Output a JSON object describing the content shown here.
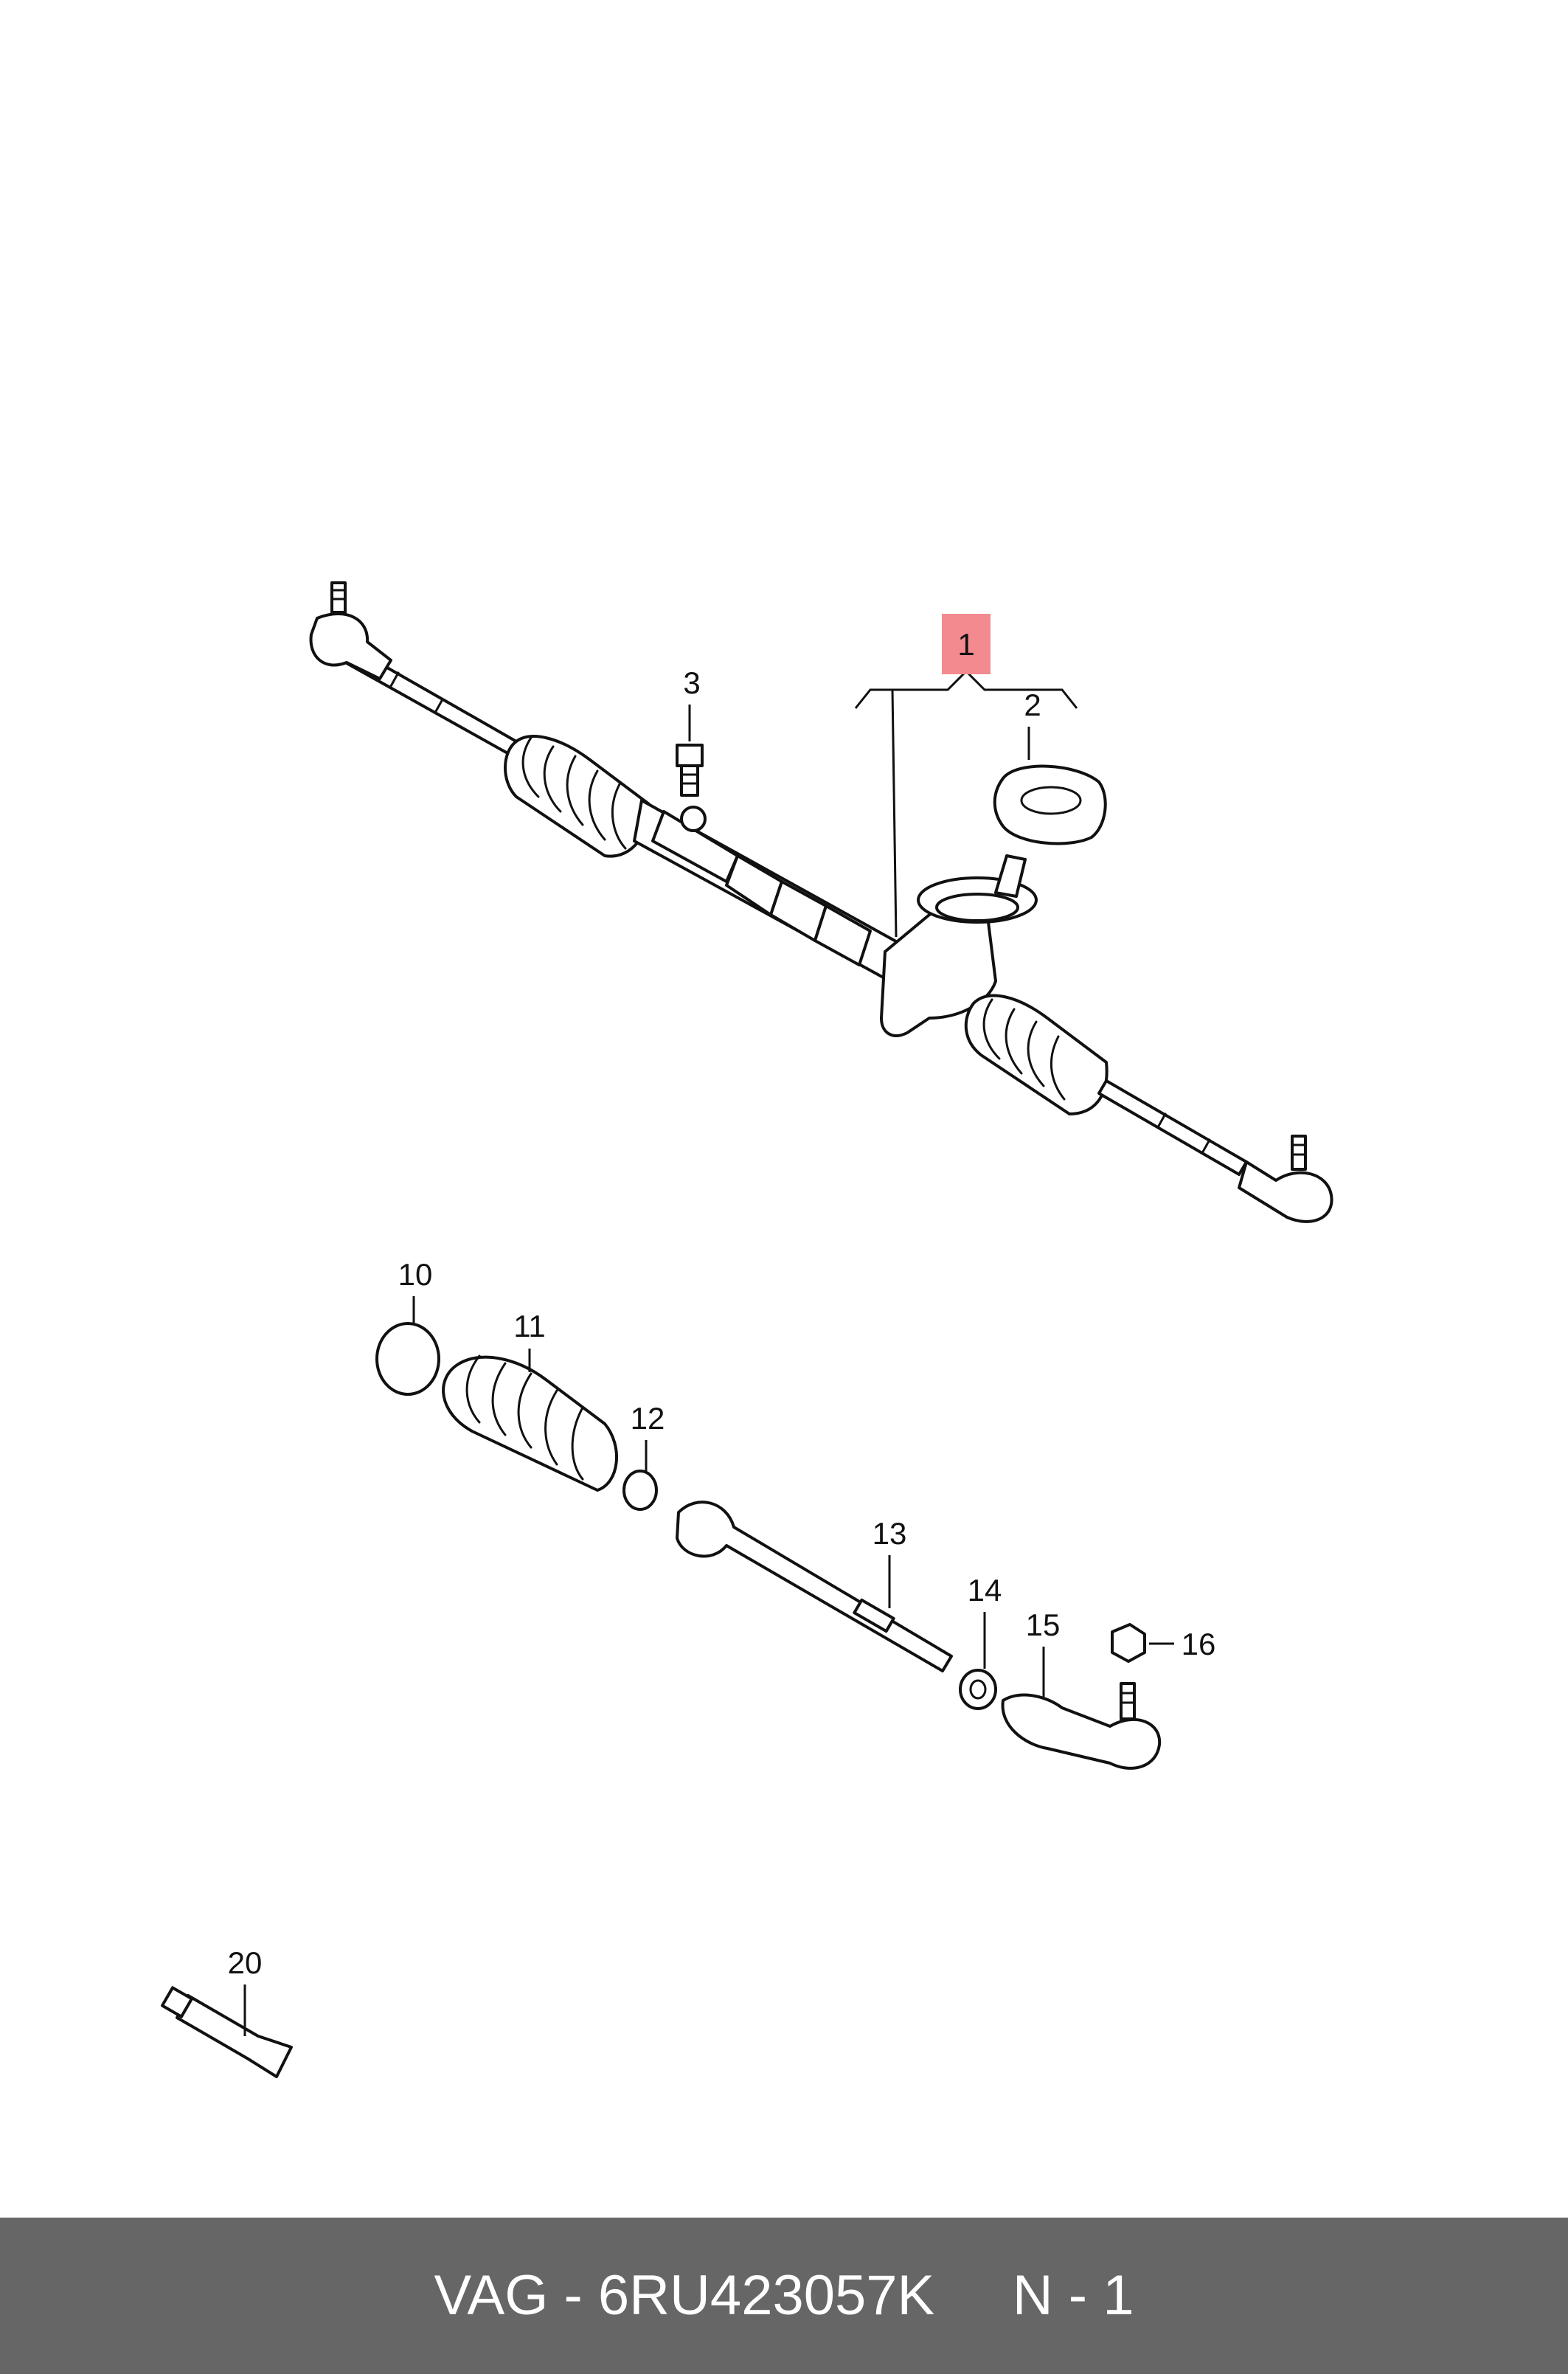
{
  "diagram": {
    "highlight_color": "#f28a8f",
    "callouts": [
      {
        "id": "p1",
        "label": "1",
        "highlighted": true
      },
      {
        "id": "p2",
        "label": "2"
      },
      {
        "id": "p3",
        "label": "3"
      },
      {
        "id": "p10",
        "label": "10"
      },
      {
        "id": "p11",
        "label": "11"
      },
      {
        "id": "p12",
        "label": "12"
      },
      {
        "id": "p13",
        "label": "13"
      },
      {
        "id": "p14",
        "label": "14"
      },
      {
        "id": "p15",
        "label": "15"
      },
      {
        "id": "p16",
        "label": "16"
      },
      {
        "id": "p20",
        "label": "20"
      }
    ]
  },
  "footer": {
    "text": "VAG - 6RU423057K     N - 1",
    "background": "#666666"
  }
}
